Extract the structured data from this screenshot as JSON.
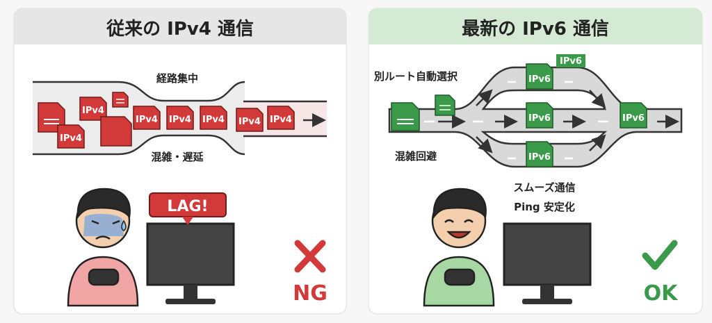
{
  "left_panel": {
    "title": "従来の IPv4 通信",
    "label_top": "経路集中",
    "label_bottom": "混雑・遅延",
    "packet_label": "IPv4",
    "bubble": "LAG!",
    "verdict": "NG",
    "verdict_icon": "cross-icon",
    "accent": "#d23a3a",
    "header_color": "#e6e6e6"
  },
  "right_panel": {
    "title": "最新の IPv6 通信",
    "label_route": "別ルート自動選択",
    "label_avoid": "混雑回避",
    "tag": "IPv6",
    "packet_label": "IPv6",
    "caption_1": "スムーズ通信",
    "caption_2": "Ping 安定化",
    "verdict": "OK",
    "verdict_icon": "check-icon",
    "accent": "#3a9a4a",
    "header_color": "#d4ead5"
  }
}
